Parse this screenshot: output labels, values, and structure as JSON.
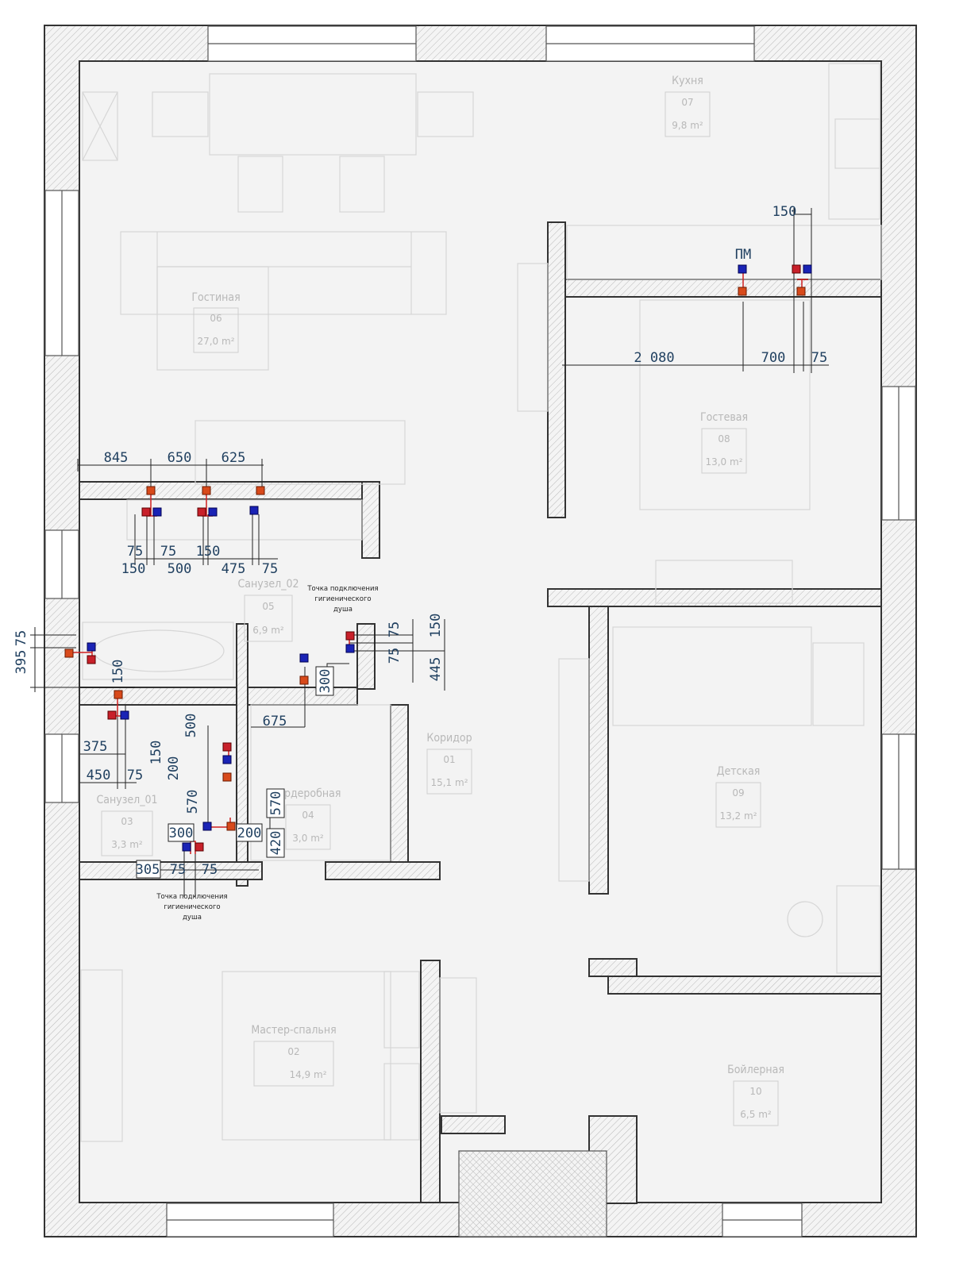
{
  "rooms": [
    {
      "name": "Кухня",
      "number": "07",
      "area": "9,8 m²"
    },
    {
      "name": "Гостиная",
      "number": "06",
      "area": "27,0 m²"
    },
    {
      "name": "Гостевая",
      "number": "08",
      "area": "13,0 m²"
    },
    {
      "name": "Санузел_02",
      "number": "05",
      "area": "6,9 m²"
    },
    {
      "name": "Коридор",
      "number": "01",
      "area": "15,1 m²"
    },
    {
      "name": "Детская",
      "number": "09",
      "area": "13,2 m²"
    },
    {
      "name": "Санузел_01",
      "number": "03",
      "area": "3,3 m²"
    },
    {
      "name": "Гардеробная",
      "number": "04",
      "area": "3,0 m²"
    },
    {
      "name": "Мастер-спальня",
      "number": "02",
      "area": "14,9 m²"
    },
    {
      "name": "Бойлерная",
      "number": "10",
      "area": "6,5 m²"
    }
  ],
  "pm_label": "ПМ",
  "notes": {
    "shower_upper": [
      "Точка подключения",
      "гигиенического",
      "душа"
    ],
    "shower_lower": [
      "Точка подключения",
      "гигиенического",
      "душа"
    ]
  },
  "dims": [
    "150",
    "2 080",
    "700",
    "75",
    "845",
    "650",
    "625",
    "75",
    "75",
    "150",
    "150",
    "500",
    "475",
    "75",
    "75",
    "150",
    "75",
    "445",
    "300",
    "395",
    "75",
    "150",
    "675",
    "500",
    "375",
    "150",
    "200",
    "450",
    "75",
    "570",
    "570",
    "300",
    "200",
    "420",
    "305",
    "75",
    "75"
  ],
  "colors": {
    "hot": "#d84a1b",
    "cold": "#1a23b5",
    "pipe": "#d02020",
    "dim_text": "#1f3f5f"
  }
}
